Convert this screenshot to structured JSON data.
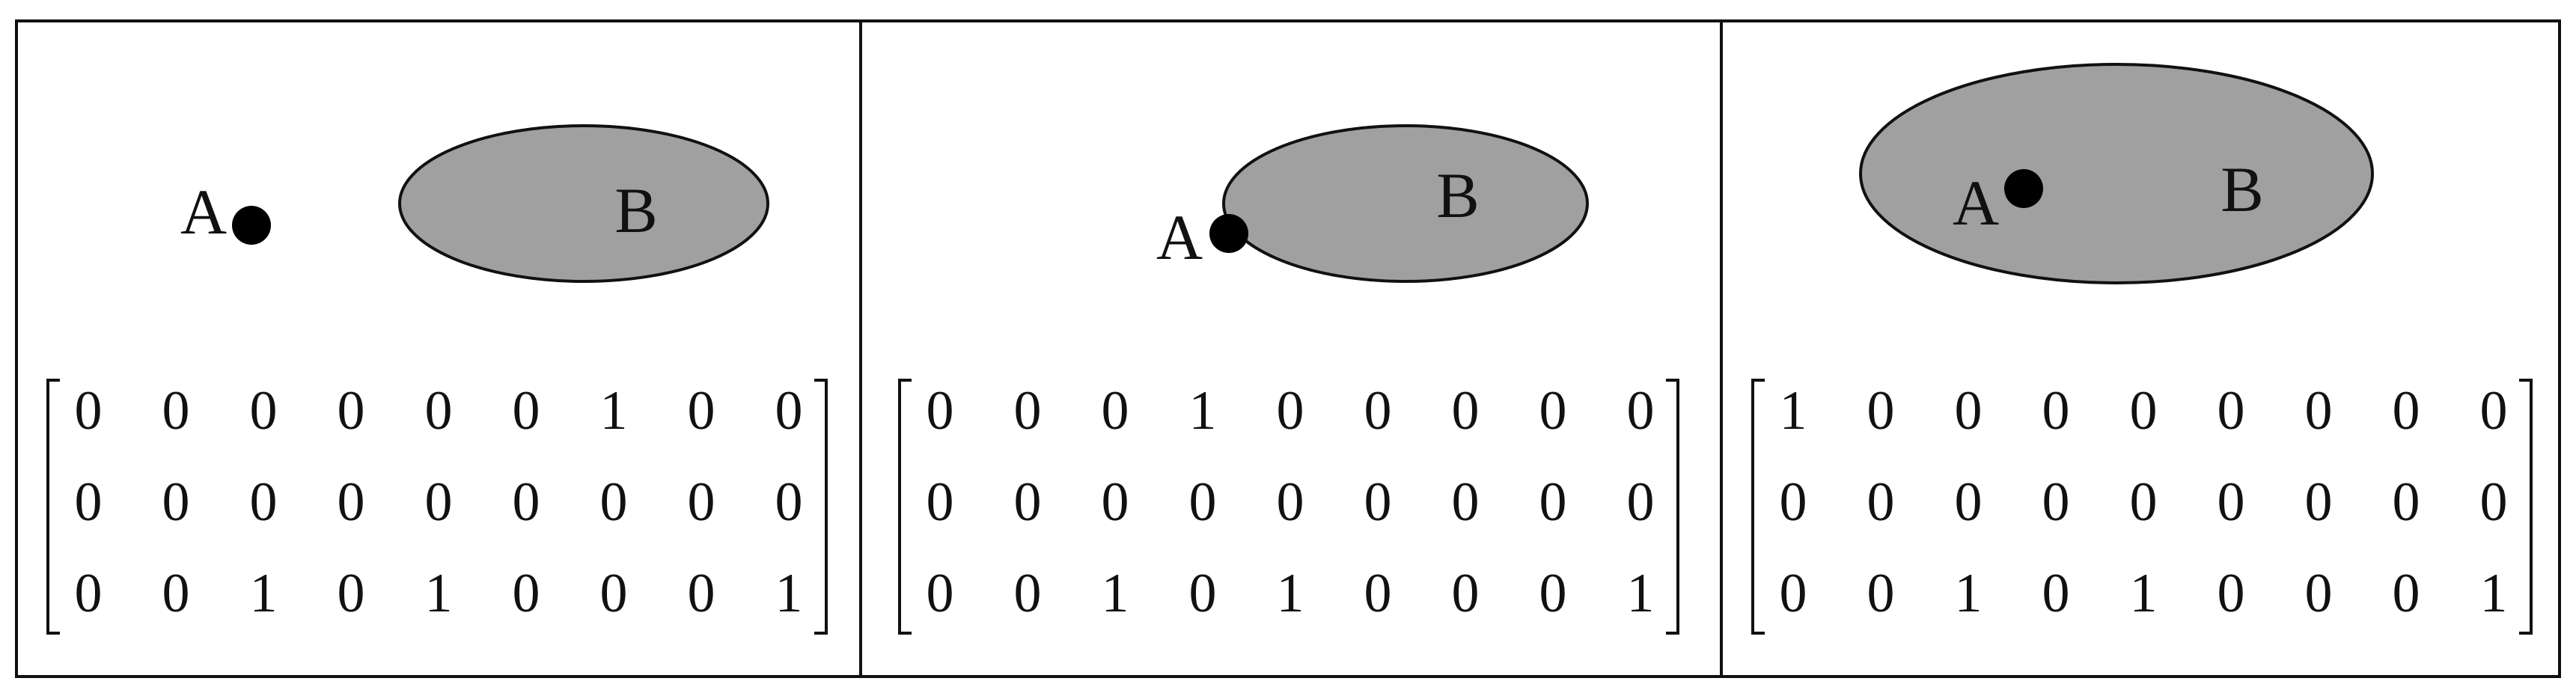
{
  "panels": [
    {
      "relation": "A outside B",
      "point_label": "A",
      "region_label": "B",
      "matrix": [
        [
          0,
          0,
          0,
          0,
          0,
          0,
          1,
          0,
          0
        ],
        [
          0,
          0,
          0,
          0,
          0,
          0,
          0,
          0,
          0
        ],
        [
          0,
          0,
          1,
          0,
          1,
          0,
          0,
          0,
          1
        ]
      ]
    },
    {
      "relation": "A on boundary of B",
      "point_label": "A",
      "region_label": "B",
      "matrix": [
        [
          0,
          0,
          0,
          1,
          0,
          0,
          0,
          0,
          0
        ],
        [
          0,
          0,
          0,
          0,
          0,
          0,
          0,
          0,
          0
        ],
        [
          0,
          0,
          1,
          0,
          1,
          0,
          0,
          0,
          1
        ]
      ]
    },
    {
      "relation": "A inside B",
      "point_label": "A",
      "region_label": "B",
      "matrix": [
        [
          1,
          0,
          0,
          0,
          0,
          0,
          0,
          0,
          0
        ],
        [
          0,
          0,
          0,
          0,
          0,
          0,
          0,
          0,
          0
        ],
        [
          0,
          0,
          1,
          0,
          1,
          0,
          0,
          0,
          1
        ]
      ]
    }
  ],
  "colors": {
    "region_fill": "#a0a0a0",
    "stroke": "#111111",
    "point": "#000000"
  }
}
